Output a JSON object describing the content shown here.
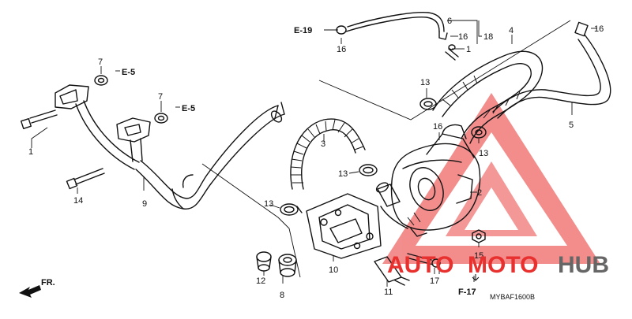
{
  "callouts": {
    "c1": "1",
    "c2": "2",
    "c3": "3",
    "c4": "4",
    "c5": "5",
    "c6": "6",
    "c7a": "7",
    "c7b": "7",
    "c8": "8",
    "c9": "9",
    "c10": "10",
    "c11": "11",
    "c12": "12",
    "c13a": "13",
    "c13b": "13",
    "c13c": "13",
    "c13d": "13",
    "c14": "14",
    "c15": "15",
    "c16a": "16",
    "c16b": "16",
    "c16c": "16",
    "c16d": "16",
    "c17": "17",
    "c18": "18",
    "c_left1": "1"
  },
  "refs": {
    "e19": "E-19",
    "e5a": "E-5",
    "e5b": "E-5",
    "f17": "F-17",
    "front": "FR."
  },
  "diagram_code": "MYBAF1600B",
  "watermark": {
    "auto": "AUTO",
    "moto": "MOTO",
    "hub": "HUB",
    "red": "#e8312f",
    "gray": "#666666"
  }
}
